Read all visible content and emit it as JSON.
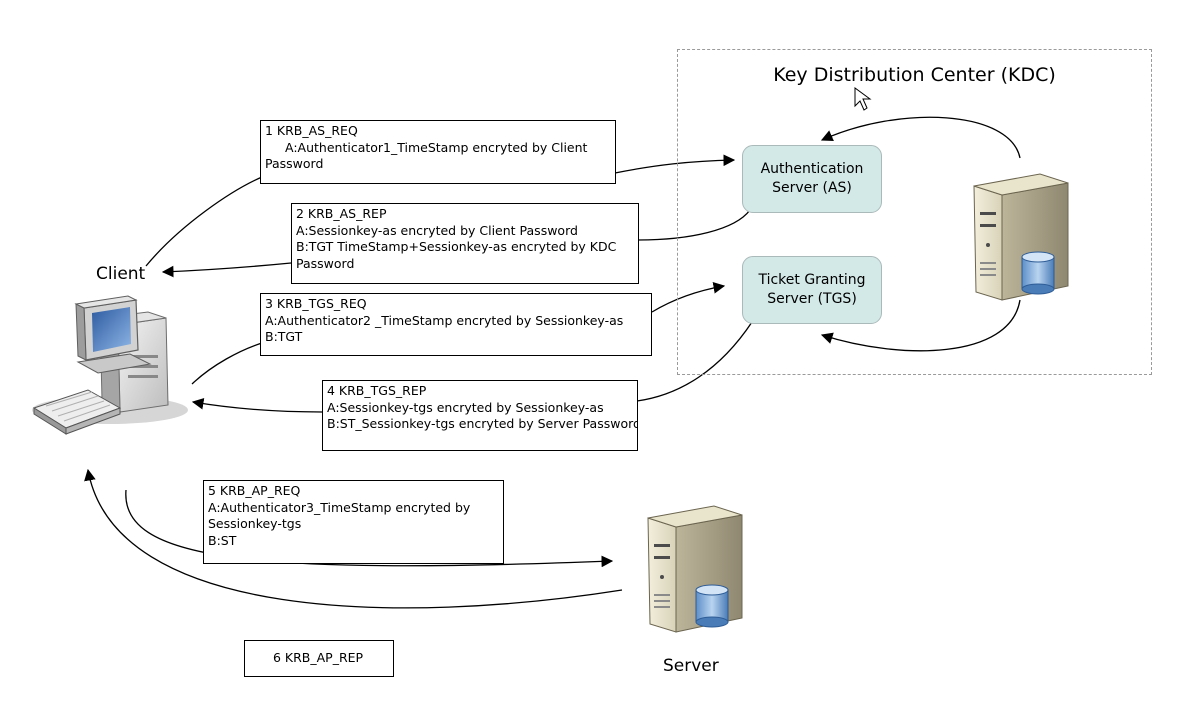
{
  "kdc": {
    "title": "Key Distribution Center (KDC)"
  },
  "nodes": {
    "as": {
      "line1": "Authentication",
      "line2": "Server (AS)"
    },
    "tgs": {
      "line1": "Ticket Granting",
      "line2": "Server (TGS)"
    }
  },
  "labels": {
    "client": "Client",
    "server": "Server"
  },
  "messages": {
    "m1": {
      "title": "1 KRB_AS_REQ",
      "a": "A:Authenticator1_TimeStamp encryted by Client",
      "a2": "Password"
    },
    "m2": {
      "title": "2 KRB_AS_REP",
      "a": "A:Sessionkey-as encryted by Client Password",
      "b": "B:TGT  TimeStamp+Sessionkey-as encryted by KDC",
      "b2": "Password"
    },
    "m3": {
      "title": "3 KRB_TGS_REQ",
      "a": "A:Authenticator2 _TimeStamp encryted by Sessionkey-as",
      "b": "B:TGT"
    },
    "m4": {
      "title": "4 KRB_TGS_REP",
      "a": "A:Sessionkey-tgs encryted by Sessionkey-as",
      "b": "B:ST_Sessionkey-tgs encryted by Server Password"
    },
    "m5": {
      "title": "5 KRB_AP_REQ",
      "a": "A:Authenticator3_TimeStamp encryted by",
      "a2": "Sessionkey-tgs",
      "b": "B:ST"
    },
    "m6": {
      "title": "6 KRB_AP_REP"
    }
  }
}
